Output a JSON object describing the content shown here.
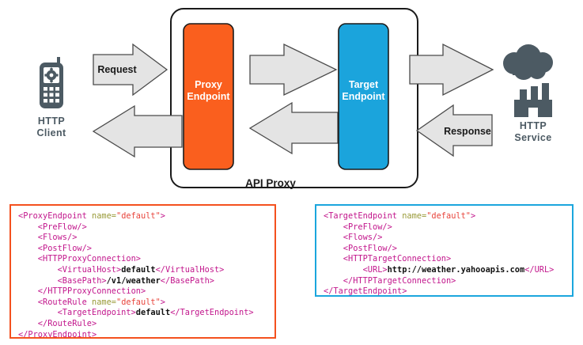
{
  "diagram": {
    "title": "API Proxy",
    "client": {
      "icon": "mobile-phone-gear-icon",
      "label_line1": "HTTP",
      "label_line2": "Client"
    },
    "service": {
      "icon": "cloud-factory-icon",
      "label_line1": "HTTP",
      "label_line2": "Service"
    },
    "proxy_endpoint": {
      "label_line1": "Proxy",
      "label_line2": "Endpoint",
      "color": "#fa5f1e"
    },
    "target_endpoint": {
      "label_line1": "Target",
      "label_line2": "Endpoint",
      "color": "#1ba4dc"
    },
    "arrows": {
      "request_label": "Request",
      "response_label": "Response",
      "fill": "#e4e4e4",
      "stroke": "#4a4a4a"
    }
  },
  "code_panels": [
    {
      "name": "proxy-endpoint-config",
      "border_color": "#f4511e",
      "lines": [
        [
          {
            "t": "tag",
            "s": "<ProxyEndpoint "
          },
          {
            "t": "attr",
            "s": "name="
          },
          {
            "t": "val",
            "s": "\"default\""
          },
          {
            "t": "tag",
            "s": ">"
          }
        ],
        [
          {
            "t": "tag",
            "s": "    <PreFlow/>"
          }
        ],
        [
          {
            "t": "tag",
            "s": "    <Flows/>"
          }
        ],
        [
          {
            "t": "tag",
            "s": "    <PostFlow/>"
          }
        ],
        [
          {
            "t": "tag",
            "s": "    <HTTPProxyConnection>"
          }
        ],
        [
          {
            "t": "tag",
            "s": "        <VirtualHost>"
          },
          {
            "t": "text",
            "s": "default"
          },
          {
            "t": "tag",
            "s": "</VirtualHost>"
          }
        ],
        [
          {
            "t": "tag",
            "s": "        <BasePath>"
          },
          {
            "t": "text",
            "s": "/v1/weather"
          },
          {
            "t": "tag",
            "s": "</BasePath>"
          }
        ],
        [
          {
            "t": "tag",
            "s": "    </HTTPProxyConnection>"
          }
        ],
        [
          {
            "t": "tag",
            "s": "    <RouteRule "
          },
          {
            "t": "attr",
            "s": "name="
          },
          {
            "t": "val",
            "s": "\"default\""
          },
          {
            "t": "tag",
            "s": ">"
          }
        ],
        [
          {
            "t": "tag",
            "s": "        <TargetEndpoint>"
          },
          {
            "t": "text",
            "s": "default"
          },
          {
            "t": "tag",
            "s": "</TargetEndpoint>"
          }
        ],
        [
          {
            "t": "tag",
            "s": "    </RouteRule>"
          }
        ],
        [
          {
            "t": "tag",
            "s": "</ProxyEndpoint>"
          }
        ]
      ]
    },
    {
      "name": "target-endpoint-config",
      "border_color": "#1ba6dd",
      "lines": [
        [
          {
            "t": "tag",
            "s": "<TargetEndpoint "
          },
          {
            "t": "attr",
            "s": "name="
          },
          {
            "t": "val",
            "s": "\"default\""
          },
          {
            "t": "tag",
            "s": ">"
          }
        ],
        [
          {
            "t": "tag",
            "s": "    <PreFlow/>"
          }
        ],
        [
          {
            "t": "tag",
            "s": "    <Flows/>"
          }
        ],
        [
          {
            "t": "tag",
            "s": "    <PostFlow/>"
          }
        ],
        [
          {
            "t": "tag",
            "s": "    <HTTPTargetConnection>"
          }
        ],
        [
          {
            "t": "tag",
            "s": "        <URL>"
          },
          {
            "t": "text",
            "s": "http://weather.yahooapis.com"
          },
          {
            "t": "tag",
            "s": "</URL>"
          }
        ],
        [
          {
            "t": "tag",
            "s": "    </HTTPTargetConnection>"
          }
        ],
        [
          {
            "t": "tag",
            "s": "</TargetEndpoint>"
          }
        ]
      ]
    }
  ]
}
